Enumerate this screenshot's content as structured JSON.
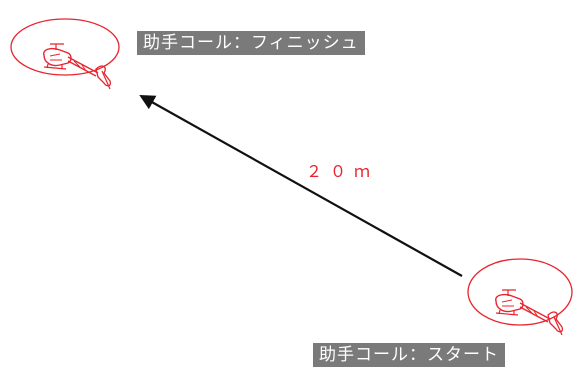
{
  "finish_call": "助手コール：フィニッシュ",
  "start_call": "助手コール：スタート",
  "distance": "２０ｍ",
  "colors": {
    "helicopter": "#e8242e",
    "arrow": "#111111",
    "label_bg": "#7a7a7a",
    "label_text": "#ffffff",
    "distance": "#e8242e"
  },
  "icons": [
    "helicopter-icon",
    "flight-arrow"
  ]
}
